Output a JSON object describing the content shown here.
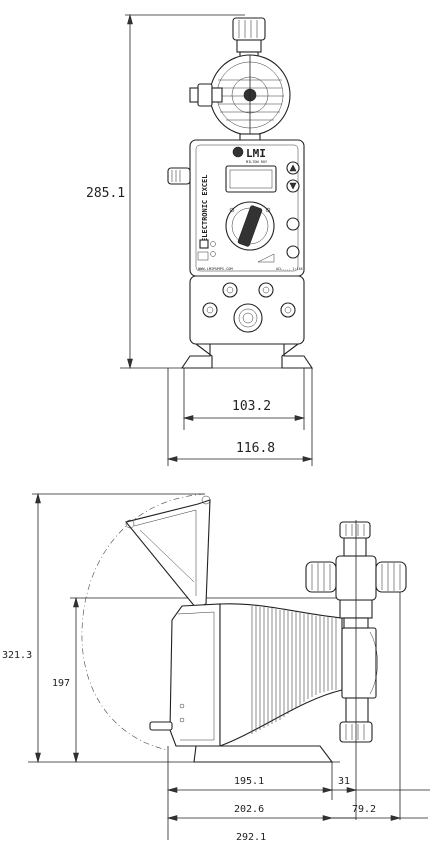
{
  "front_view": {
    "height": "285.1",
    "base_inner_width": "103.2",
    "base_outer_width": "116.8",
    "logo": "LMI",
    "logo_sub": "MILTON ROY",
    "model": "ELECTRONIC  EXCEL",
    "website": "WWW.LMIPUMPS.COM",
    "panel_code": "ACL,,,, 1:148"
  },
  "side_view": {
    "total_height": "321.3",
    "body_height": "197",
    "dim_195": "195.1",
    "dim_31": "31",
    "dim_202": "202.6",
    "dim_79": "79.2",
    "total_width": "292.1"
  },
  "colors": {
    "line": "#222222",
    "background": "#ffffff"
  }
}
